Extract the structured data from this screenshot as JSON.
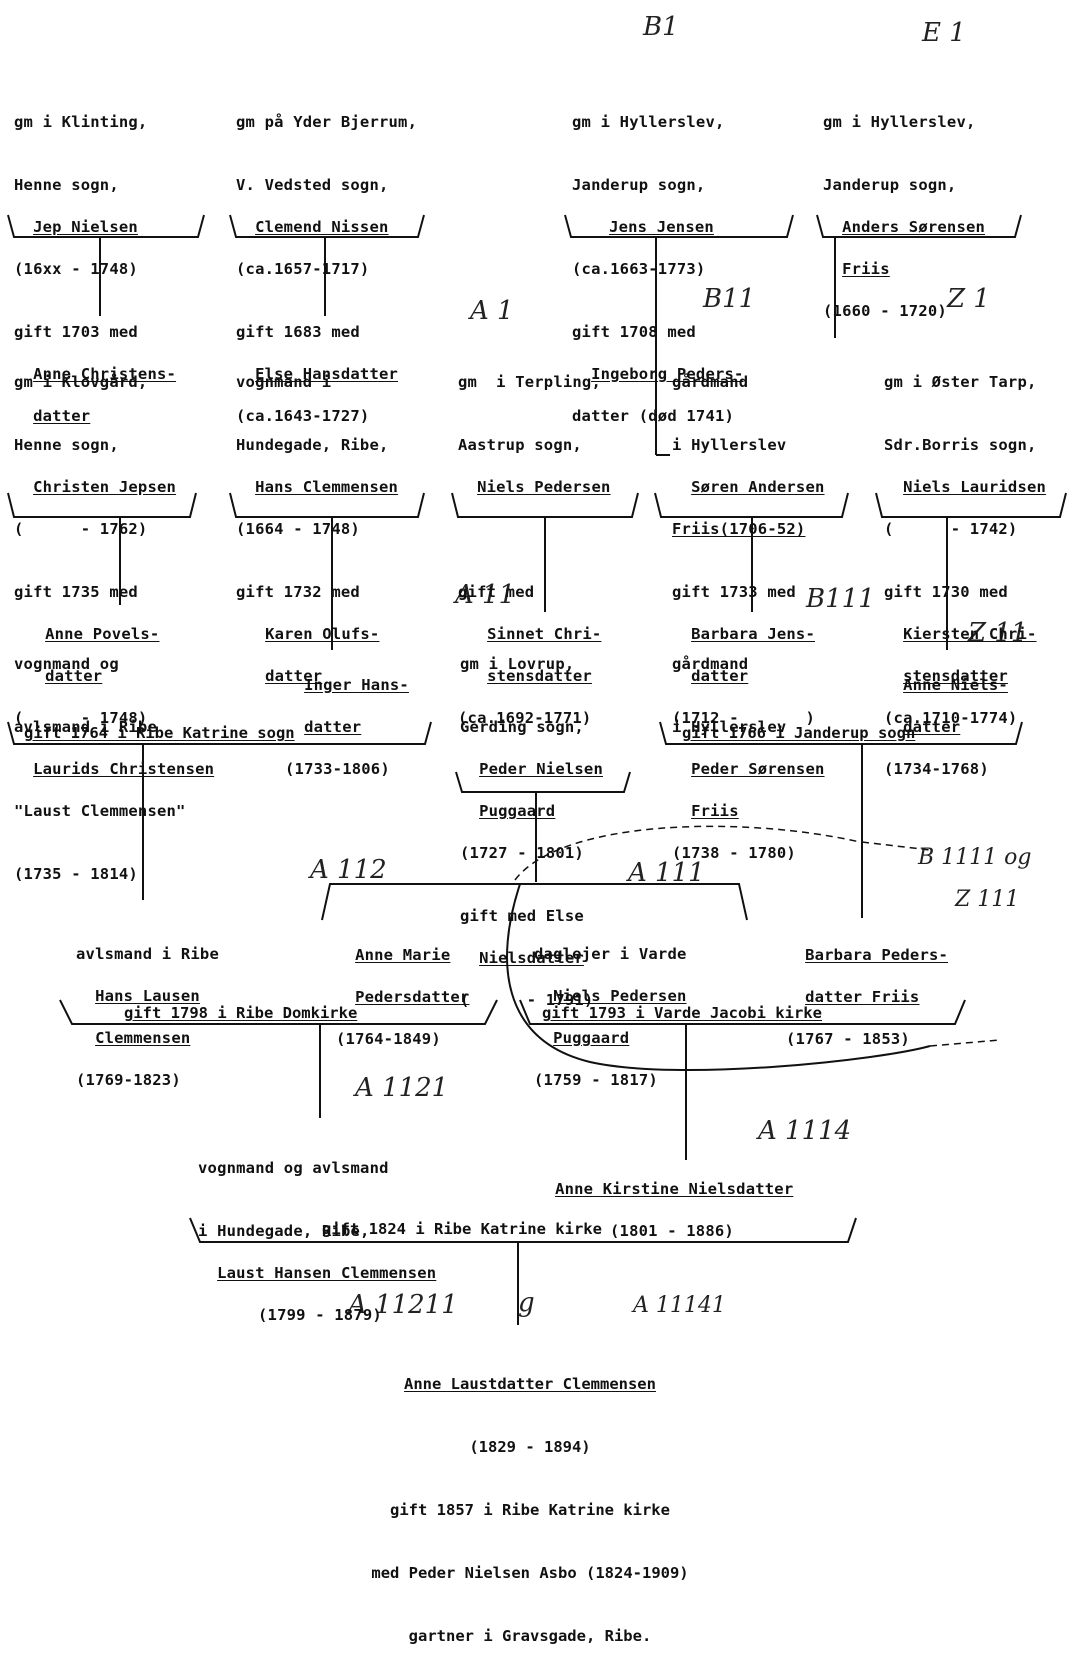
{
  "handwritten": {
    "b1": "B1",
    "e1": "E 1",
    "a1": "A 1",
    "b11": "B11",
    "z1": "Z 1",
    "a11": "A 11",
    "b111": "B111",
    "z11": "Z 11",
    "a112": "A 112",
    "a111": "A 111",
    "b1111": "B 1111 og",
    "z111": "Z 111",
    "a1121": "A 1121",
    "a1114": "A 1114",
    "a11211": "A 11211",
    "mark": "g",
    "a11141": "A 11141"
  },
  "gen1": {
    "klinting": [
      "gm i Klinting,",
      "Henne sogn,",
      "Jep Nielsen",
      "(16xx - 1748)",
      "gift 1703 med",
      "Anne Christens-",
      "datter"
    ],
    "yder": [
      "gm på Yder Bjerrum,",
      "V. Vedsted sogn,",
      "Clemend Nissen",
      "(ca.1657-1717)",
      "gift 1683 med",
      "Else Hansdatter",
      "(ca.1643-1727)"
    ],
    "hyllerslev1": [
      "gm i Hyllerslev,",
      "Janderup sogn,",
      "Jens Jensen",
      "(ca.1663-1773)",
      "gift 1708 med",
      "Ingeborg Peders-",
      "datter (død 1741)"
    ],
    "hyllerslev2": [
      "gm i Hyllerslev,",
      "Janderup sogn,",
      "Anders Sørensen",
      "Friis",
      "(1660 - 1720)"
    ]
  },
  "gen2": {
    "klovgard": [
      "gm i Klovgård,",
      "Henne sogn,",
      "Christen Jepsen",
      "(      - 1762)",
      "gift 1735 med",
      "Anne Povels-",
      "datter",
      "(      - 1748)"
    ],
    "hundegade": [
      "vognmand i",
      "Hundegade, Ribe,",
      "Hans Clemmensen",
      "(1664 - 1748)",
      "gift 1732 med",
      "Karen Olufs-",
      "datter"
    ],
    "terpling": [
      "gm  i Terpling,",
      "Aastrup sogn,",
      "Niels Pedersen",
      "",
      "gift med",
      "Sinnet Chri-",
      "stensdatter",
      "(ca.1692-1771)"
    ],
    "gardmand": [
      "gårdmand",
      "i Hyllerslev",
      "Søren Andersen",
      "Friis(1706-52)",
      "gift 1733 med",
      "Barbara Jens-",
      "datter",
      "(1712 -       )"
    ],
    "oster": [
      "gm i Øster Tarp,",
      "Sdr.Borris sogn,",
      "Niels Lauridsen",
      "(      - 1742)",
      "gift 1730 med",
      "Kiersten Chri-",
      "stensdatter",
      "(ca.1710-1774)"
    ]
  },
  "gen3": {
    "laurids": [
      "vognmand og",
      "avlsmand i Ribe",
      "Laurids Christensen",
      "\"Laust Clemmensen\"",
      "(1735 - 1814)"
    ],
    "inger": [
      "Inger Hans-",
      "datter",
      "(1733-1806)"
    ],
    "caption_left": "gift 1764 i Ribe Katrine sogn",
    "lovrup": [
      "gm i Lovrup,",
      "Gerding sogn,",
      "Peder Nielsen",
      "Puggaard",
      "(1727 - 1801)",
      "gift med Else",
      "Nielsdatter",
      "(      - 1791)"
    ],
    "peder": [
      "gårdmand",
      "i Hyllerslev",
      "Peder Sørensen",
      "Friis",
      "(1738 - 1780)"
    ],
    "anne_niels": [
      "Anne Niels-",
      "datter",
      "(1734-1768)"
    ],
    "caption_right": "gift 1766 i Janderup sogn"
  },
  "gen4": {
    "hans": [
      "avlsmand i Ribe",
      "Hans Lausen",
      "Clemmensen",
      "(1769-1823)"
    ],
    "anne_marie": [
      "Anne Marie",
      "Pedersdatter",
      "(1764-1849)"
    ],
    "caption_left": "gift 1798 i Ribe Domkirke",
    "niels": [
      "daglejer i Varde",
      "Niels Pedersen",
      "Puggaard",
      "(1759 - 1817)"
    ],
    "barbara": [
      "Barbara Peders-",
      "datter Friis",
      "(1767 - 1853)"
    ],
    "caption_right": "gift 1793 i Varde Jacobi kirke"
  },
  "gen5": {
    "laust": [
      "vognmand og avlsmand",
      "i Hundegade, Ribe,",
      "Laust Hansen Clemmensen",
      "(1799 - 1879)"
    ],
    "kirstine": [
      "Anne Kirstine Nielsdatter",
      "(1801 - 1886)"
    ],
    "caption": "gift 1824 i Ribe Katrine kirke"
  },
  "gen6": [
    "Anne Laustdatter Clemmensen",
    "(1829 - 1894)",
    "gift 1857 i Ribe Katrine kirke",
    "med Peder Nielsen Asbo (1824-1909)",
    "gartner i Gravsgade, Ribe."
  ]
}
